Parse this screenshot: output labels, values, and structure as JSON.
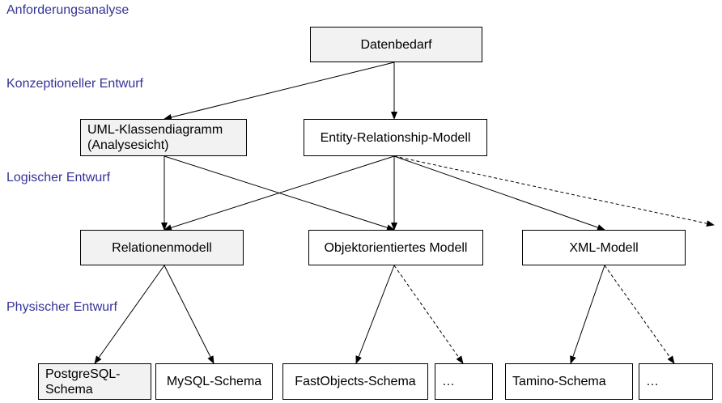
{
  "phases": {
    "anforderung": "Anforderungsanalyse",
    "konzeptionell": "Konzeptioneller Entwurf",
    "logisch": "Logischer Entwurf",
    "physisch": "Physischer Entwurf"
  },
  "nodes": {
    "datenbedarf": "Datenbedarf",
    "uml": "UML-Klassendiagramm (Analysesicht)",
    "er": "Entity-Relationship-Modell",
    "relational": "Relationenmodell",
    "oo": "Objektorientiertes Modell",
    "xml": "XML-Modell",
    "postgres": "PostgreSQL-Schema",
    "mysql": "MySQL-Schema",
    "fastobjects": "FastObjects-Schema",
    "oo_more": "…",
    "tamino": "Tamino-Schema",
    "xml_more": "…"
  },
  "colors": {
    "phase_text": "#333399",
    "box_fill_grey": "#f2f2f2",
    "box_fill_white": "#ffffff",
    "line": "#000000"
  }
}
